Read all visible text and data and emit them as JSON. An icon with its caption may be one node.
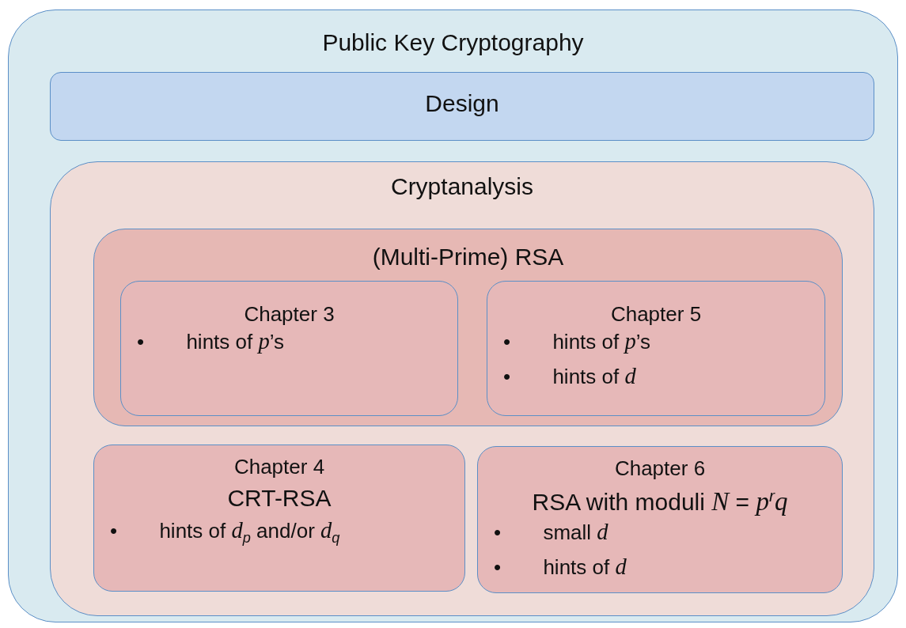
{
  "diagram": {
    "nodes": [
      {
        "text": [
          "Public Key Cryptography"
        ]
      },
      {
        "text": [
          "Design"
        ],
        "in": 0
      },
      {
        "text": [
          "Cryptanalysis"
        ],
        "in": 0
      },
      {
        "text": [
          "(Multi-Prime) RSA"
        ],
        "in": 2
      },
      {
        "text": [
          "Chapter 3",
          "•\thints of *p*’s"
        ],
        "in": 3
      },
      {
        "text": [
          "Chapter 5",
          "•\thints of *p*’s",
          "•\thints of *d*"
        ],
        "in": 3
      },
      {
        "text": [
          "Chapter 4",
          "CRT-RSA",
          "•\thints of *d*$_{p}$ and/or *d*$_{q}$"
        ],
        "in": 2
      },
      {
        "text": [
          "Chapter 6",
          "RSA with moduli *N* = *p*$^{r}$*q*",
          "•\tsmall *d*",
          "•\thints of *d*"
        ],
        "in": 2
      }
    ]
  }
}
